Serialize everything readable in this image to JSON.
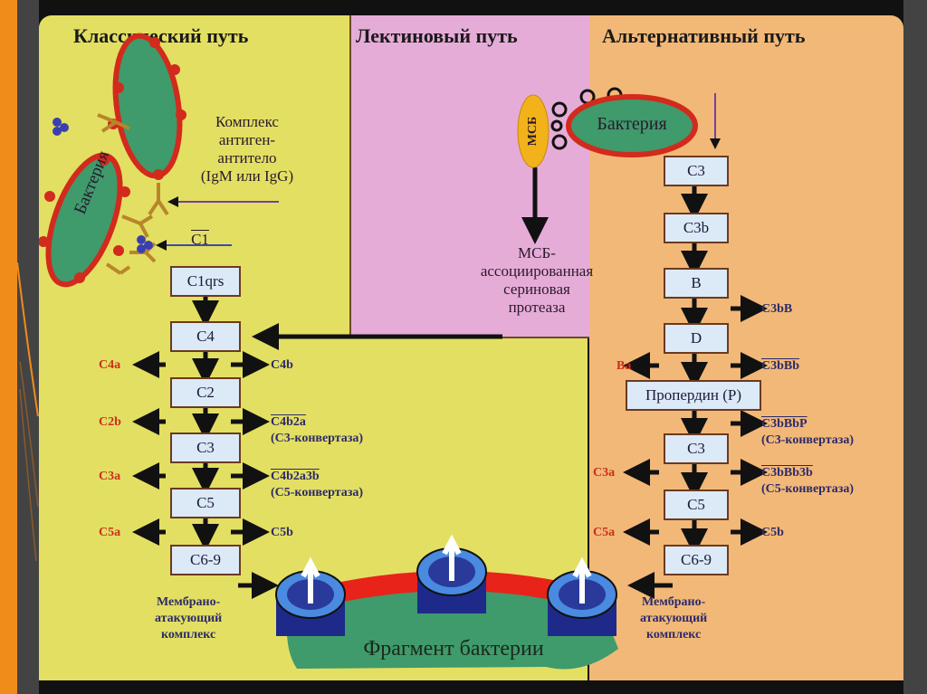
{
  "slide": {
    "accent_color": "#f08c1a",
    "frame_color": "#434343"
  },
  "diagram": {
    "columns": {
      "classic": {
        "title": "Классический путь",
        "bg": "#e3df63"
      },
      "lectin": {
        "title": "Лектиновый путь",
        "bg": "#e6acd8"
      },
      "alternative": {
        "title": "Альтернативный путь",
        "bg": "#f2b878"
      }
    },
    "classic": {
      "bacteria_label": "Бактерия",
      "complex_label": [
        "Комплекс",
        "антиген-",
        "антитело",
        "(IgM или IgG)"
      ],
      "c1_label": "C1",
      "steps": [
        "C1qrs",
        "C4",
        "C2",
        "C3",
        "C5",
        "C6-9"
      ],
      "side_products": [
        {
          "left": "C4a",
          "right": [
            "C4b"
          ]
        },
        {
          "left": "C2b",
          "right": [
            "C4b2a",
            "(C3-конвертаза)"
          ]
        },
        {
          "left": "C3a",
          "right": [
            "C4b2a3b",
            "(C5-конвертаза)"
          ]
        },
        {
          "left": "C5a",
          "right": [
            "C5b"
          ]
        }
      ],
      "mac_label": [
        "Мембрано-",
        "атакующий",
        "комплекс"
      ]
    },
    "lectin": {
      "msb_label": "МСБ",
      "protease_label": [
        "МСБ-",
        "ассоциированная",
        "сериновая",
        "протеаза"
      ]
    },
    "alternative": {
      "bacteria_label": "Бактерия",
      "steps": [
        "C3",
        "C3b",
        "B",
        "D",
        "Пропердин (P)",
        "C3",
        "C5",
        "C6-9"
      ],
      "side_products": [
        {
          "left": "",
          "right": [
            "C3bB"
          ]
        },
        {
          "left": "Ba",
          "right": [
            "C3bBb"
          ]
        },
        {
          "left": "",
          "right": [
            "C3bBbP",
            "(C3-конвертаза)"
          ]
        },
        {
          "left": "C3a",
          "right": [
            "C3bBb3b",
            "(C5-конвертаза)"
          ]
        },
        {
          "left": "C5a",
          "right": [
            "C5b"
          ]
        }
      ],
      "mac_label": [
        "Мембрано-",
        "атакующий",
        "комплекс"
      ]
    },
    "fragment_label": "Фрагмент бактерии"
  }
}
